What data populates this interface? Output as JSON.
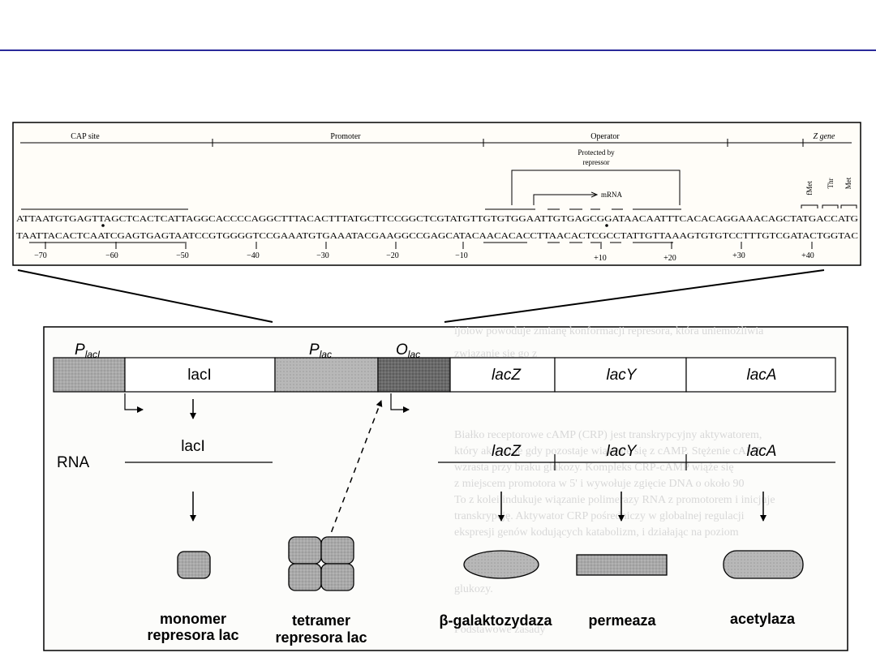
{
  "seq_panel": {
    "regions": {
      "cap_site": "CAP site",
      "promoter": "Promoter",
      "operator": "Operator",
      "z_gene": "Z gene"
    },
    "protected_line1": "Protected by",
    "protected_line2": "repressor",
    "mrna": "mRNA",
    "codons": [
      "fMet",
      "Thr",
      "Met"
    ],
    "top_strand": "ATTAATGTGAGTTAGCTCACTCATTAGGCACCCCAGGCTTTACACTTTATGCTTCCGGCTCGTATGTTGTGTGGAATTGTGAGCGGATAACAATTTCACACAGGAAACAGCTATGACCATG",
    "bottom_strand": "TAATTACACTCAATCGAGTGAGTAATCCGTGGGGTCCGAAATGTGAAATACGAAGGCCGAGCATACAACACACCTTAACACTCGCCTATTGTTAAAGTGTGTCCTTTGTCGATACTGGTAC",
    "ticks": [
      "−70",
      "−60",
      "−50",
      "−40",
      "−30",
      "−20",
      "−10",
      "+10",
      "+20",
      "+30",
      "+40"
    ]
  },
  "operon": {
    "p_laci": "P",
    "p_laci_sub": "lacI",
    "p_lac": "P",
    "p_lac_sub": "lac",
    "o_lac": "O",
    "o_lac_sub": "lac",
    "genes": [
      "lacI",
      "lacZ",
      "lacY",
      "lacA"
    ],
    "rna_label": "RNA",
    "rna_genes": [
      "lacI",
      "lacZ",
      "lacY",
      "lacA"
    ],
    "colors": {
      "promoter_fill": "#b5b5b5",
      "operator_fill": "#6a6a6a",
      "protein_fill": "#a8a8a8"
    }
  },
  "products": {
    "monomer1": "monomer",
    "monomer2": "represora lac",
    "tetramer1": "tetramer",
    "tetramer2": "represora lac",
    "galactosidase": "β-galaktozydaza",
    "permease": "permeaza",
    "acetylase": "acetylaza"
  }
}
